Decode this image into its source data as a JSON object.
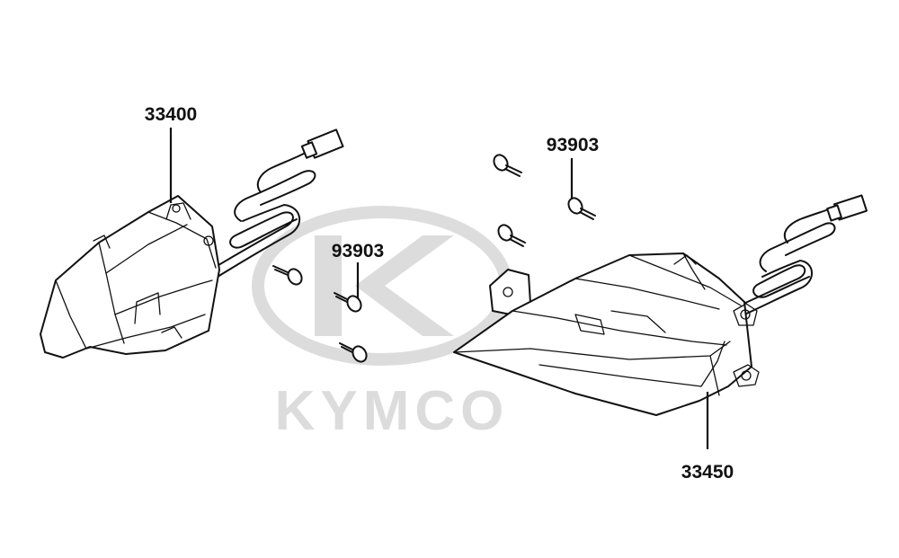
{
  "watermark": {
    "brand_text": "KYMCO",
    "color": "#d9d9d9"
  },
  "callouts": {
    "left_lamp_part_no": "33400",
    "right_lamp_part_no": "33450",
    "screw_center_part_no": "93903",
    "screw_right_part_no": "93903"
  },
  "colors": {
    "line": "#111111",
    "background": "#ffffff"
  }
}
